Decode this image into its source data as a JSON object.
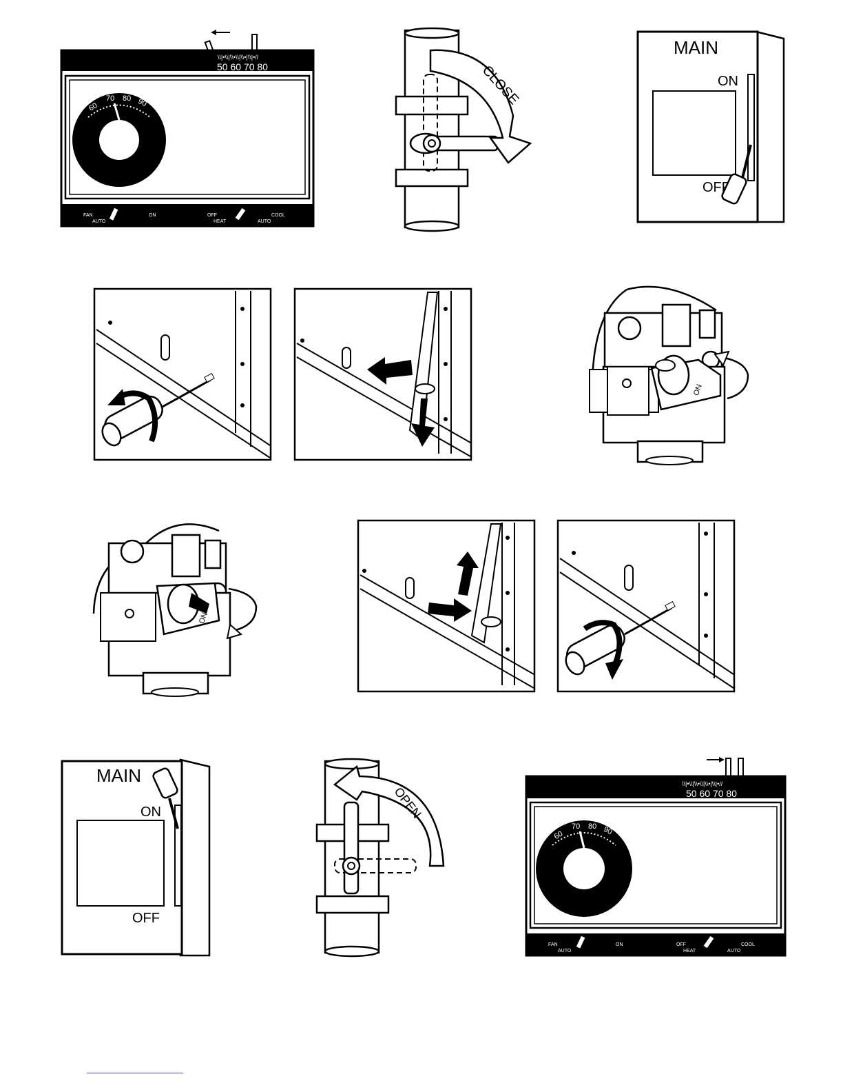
{
  "thermostat": {
    "scale_ticks": "\\\\|•\\\\|\\\\•\\\\|\\\\•|\\\\|•//",
    "scale_numbers": "50 60 70 80",
    "dial_numbers": [
      "60",
      "70",
      "80",
      "90"
    ],
    "fan_label": "FAN",
    "auto_label": "AUTO",
    "on_label": "ON",
    "off_label": "OFF",
    "heat_label": "HEAT",
    "cool_label": "COOL",
    "auto2_label": "AUTO"
  },
  "switch": {
    "main_label": "MAIN",
    "on_label": "ON",
    "off_label": "OFF"
  },
  "valve": {
    "close_label": "CLOSE",
    "open_label": "OPEN"
  },
  "gas_valve": {
    "on_label": "ON"
  },
  "icons": [
    "arrow-left-icon",
    "arrow-right-icon",
    "rotate-icon",
    "screwdriver-icon",
    "push-arrow-icon"
  ]
}
